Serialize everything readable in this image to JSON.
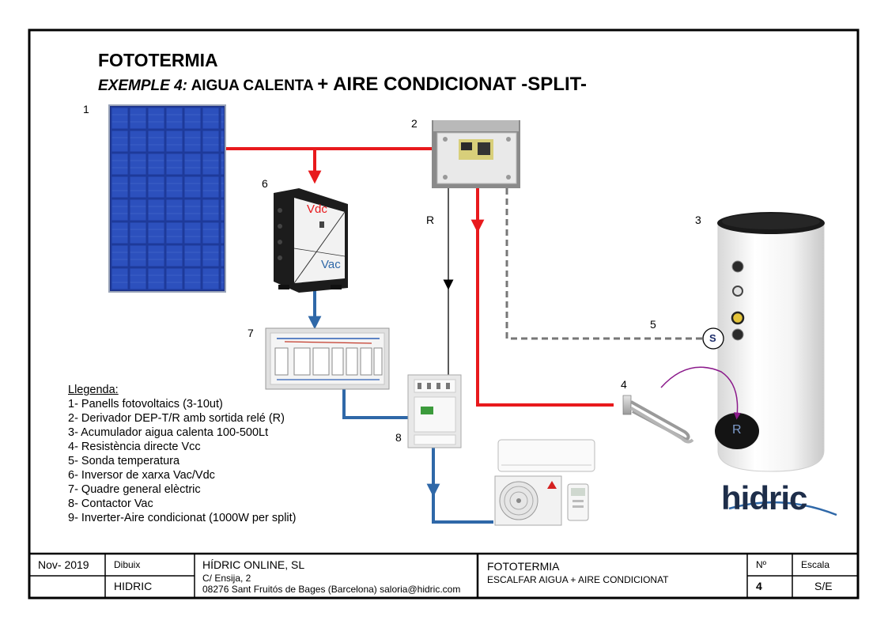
{
  "title": {
    "main": "FOTOTERMIA",
    "example_prefix": "EXEMPLE 4:",
    "example_part1": "AIGUA CALENTA",
    "example_part2": "+ AIRE CONDICIONAT -SPLIT-"
  },
  "component_numbers": [
    "1",
    "2",
    "3",
    "4",
    "5",
    "6",
    "7",
    "8"
  ],
  "labels": {
    "vdc": "Vdc",
    "vac": "Vac",
    "relay_line": "R",
    "resistor": "R",
    "sensor": "S"
  },
  "legend": {
    "heading": "Llegenda:",
    "items": [
      "1- Panells fotovoltaics (3-10ut)",
      "2- Derivador DEP-T/R amb sortida relé (R)",
      "3- Acumulador aigua calenta 100-500Lt",
      "4- Resistència directe Vcc",
      "5- Sonda temperatura",
      "6- Inversor de xarxa Vac/Vdc",
      "7- Quadre general elèctric",
      "8- Contactor Vac",
      "9- Inverter-Aire condicionat (1000W per split)"
    ]
  },
  "logo": {
    "text": "hidric"
  },
  "title_block": {
    "date": "Nov- 2019",
    "drawn_label": "Dibuix",
    "drawn_value": "HIDRIC",
    "company": "HÍDRIC ONLINE, SL",
    "address1": "C/ Ensija, 2",
    "address2": "08276 Sant Fruitós de Bages (Barcelona)  saloria@hidric.com",
    "project": "FOTOTERMIA",
    "subtitle": "ESCALFAR AIGUA  + AIRE CONDICIONAT",
    "number_label": "Nº",
    "number_value": "4",
    "scale_label": "Escala",
    "scale_value": "S/E"
  },
  "colors": {
    "dc_line": "#e8191c",
    "ac_line": "#2f68a8",
    "relay_line": "#000000",
    "sensor_line": "#777777",
    "heat_arrow": "#8b1a8b"
  }
}
